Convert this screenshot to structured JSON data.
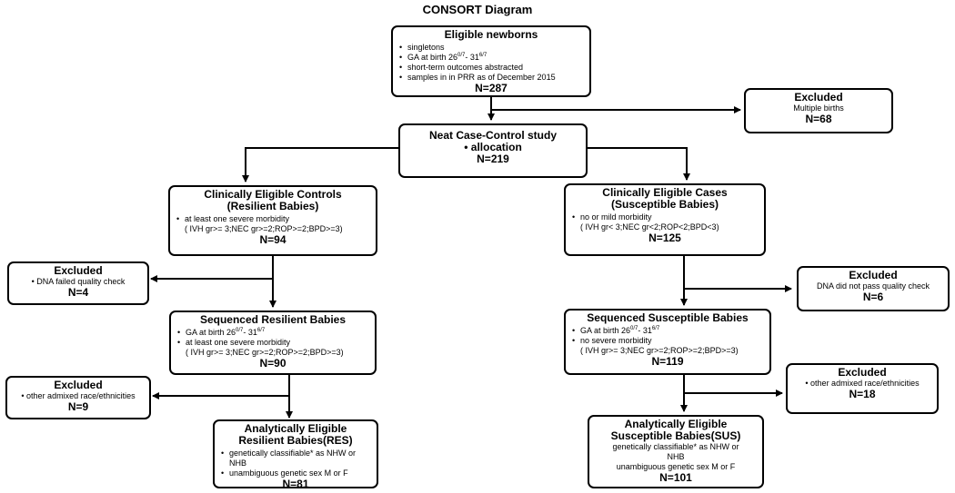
{
  "title": "CONSORT Diagram",
  "eligible": {
    "title": "Eligible newborns",
    "items": [
      "singletons",
      "GA at birth 26",
      "short-term outcomes abstracted",
      "samples in in PRR as of December 2015"
    ],
    "ga_sup_a": "0/7",
    "ga_mid": "- 31",
    "ga_sup_b": "6/7",
    "n": "N=287"
  },
  "excluded_multiple": {
    "title": "Excluded",
    "reason": "Multiple births",
    "n": "N=68"
  },
  "neat": {
    "title": "Neat Case-Control study",
    "item": "allocation",
    "n": "N=219"
  },
  "controls": {
    "title1": "Clinically Eligible Controls",
    "title2": "(Resilient Babies)",
    "item": "at least one severe morbidity",
    "criteria": "( IVH gr>= 3;NEC gr>=2;ROP>=2;BPD>=3)",
    "n": "N=94"
  },
  "cases": {
    "title1": "Clinically Eligible Cases",
    "title2": "(Susceptible Babies)",
    "item": "no or mild morbidity",
    "criteria": "( IVH gr< 3;NEC gr<2;ROP<2;BPD<3)",
    "n": "N=125"
  },
  "excluded_dna_left": {
    "title": "Excluded",
    "reason": "DNA failed quality check",
    "n": "N=4"
  },
  "excluded_dna_right": {
    "title": "Excluded",
    "reason": "DNA did not pass quality check",
    "n": "N=6"
  },
  "seq_resilient": {
    "title": "Sequenced Resilient Babies",
    "ga": "GA at birth 26",
    "item2": "at least one severe morbidity",
    "criteria": "( IVH gr>= 3;NEC gr>=2;ROP>=2;BPD>=3)",
    "n": "N=90"
  },
  "seq_susceptible": {
    "title": "Sequenced Susceptible Babies",
    "ga": "GA at birth 26",
    "item2": "no severe morbidity",
    "criteria": "( IVH gr>= 3;NEC gr>=2;ROP>=2;BPD>=3)",
    "n": "N=119"
  },
  "excluded_race_left": {
    "title": "Excluded",
    "reason": "other admixed race/ethnicities",
    "n": "N=9"
  },
  "excluded_race_right": {
    "title": "Excluded",
    "reason": "other admixed race/ethnicities",
    "n": "N=18"
  },
  "res": {
    "title1": "Analytically Eligible",
    "title2": "Resilient Babies(RES)",
    "item1": "genetically classifiable* as NHW or NHB",
    "item2": "unambiguous genetic sex M or F",
    "n": "N=81"
  },
  "sus": {
    "title1": "Analytically Eligible",
    "title2": "Susceptible Babies(SUS)",
    "item1a": "genetically classifiable* as NHW or",
    "item1b": "NHB",
    "item2": "unambiguous genetic sex M or F",
    "n": "N=101"
  }
}
